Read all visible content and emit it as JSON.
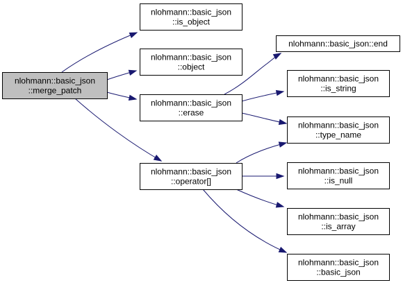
{
  "colors": {
    "edge": "#191970",
    "root_fill": "#bfbfbf",
    "node_fill": "#ffffff",
    "border": "#000000"
  },
  "nodes": [
    {
      "id": "merge_patch",
      "lines": [
        "nlohmann::basic_json",
        "::merge_patch"
      ],
      "root": true
    },
    {
      "id": "is_object",
      "lines": [
        "nlohmann::basic_json",
        "::is_object"
      ]
    },
    {
      "id": "object",
      "lines": [
        "nlohmann::basic_json",
        "::object"
      ]
    },
    {
      "id": "erase",
      "lines": [
        "nlohmann::basic_json",
        "::erase"
      ]
    },
    {
      "id": "operator_index",
      "lines": [
        "nlohmann::basic_json",
        "::operator[]"
      ]
    },
    {
      "id": "end",
      "lines": [
        "nlohmann::basic_json::end"
      ]
    },
    {
      "id": "is_string",
      "lines": [
        "nlohmann::basic_json",
        "::is_string"
      ]
    },
    {
      "id": "type_name",
      "lines": [
        "nlohmann::basic_json",
        "::type_name"
      ]
    },
    {
      "id": "is_null",
      "lines": [
        "nlohmann::basic_json",
        "::is_null"
      ]
    },
    {
      "id": "is_array",
      "lines": [
        "nlohmann::basic_json",
        "::is_array"
      ]
    },
    {
      "id": "basic_json",
      "lines": [
        "nlohmann::basic_json",
        "::basic_json"
      ]
    }
  ],
  "edges": [
    {
      "from": "merge_patch",
      "to": "is_object"
    },
    {
      "from": "merge_patch",
      "to": "object"
    },
    {
      "from": "merge_patch",
      "to": "erase"
    },
    {
      "from": "merge_patch",
      "to": "operator_index"
    },
    {
      "from": "erase",
      "to": "end"
    },
    {
      "from": "erase",
      "to": "is_string"
    },
    {
      "from": "erase",
      "to": "type_name"
    },
    {
      "from": "operator_index",
      "to": "type_name"
    },
    {
      "from": "operator_index",
      "to": "is_null"
    },
    {
      "from": "operator_index",
      "to": "is_array"
    },
    {
      "from": "operator_index",
      "to": "basic_json"
    }
  ]
}
